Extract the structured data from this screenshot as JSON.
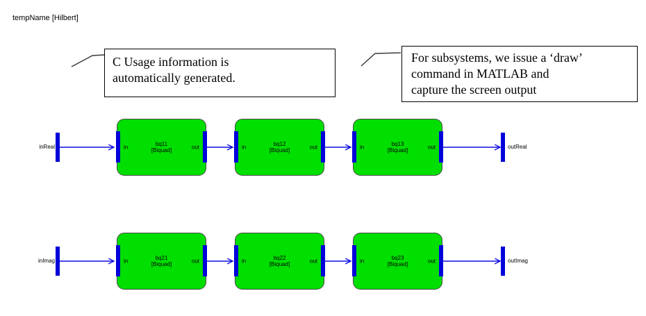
{
  "diagram": {
    "title": "tempName [Hilbert]"
  },
  "annotations": [
    {
      "lines": [
        "C Usage information is",
        "automatically generated."
      ]
    },
    {
      "lines": [
        "For subsystems, we issue a ‘draw’",
        "command in MATLAB and",
        "capture the screen output"
      ]
    }
  ],
  "rows": [
    {
      "input_label": "inReal",
      "output_label": "outReal",
      "blocks": [
        {
          "name": "bq11",
          "type": "[Biquad]",
          "in_label": "in",
          "out_label": "out"
        },
        {
          "name": "bq12",
          "type": "[Biquad]",
          "in_label": "in",
          "out_label": "out"
        },
        {
          "name": "bq13",
          "type": "[Biquad]",
          "in_label": "in",
          "out_label": "out"
        }
      ]
    },
    {
      "input_label": "inImag",
      "output_label": "outImag",
      "blocks": [
        {
          "name": "bq21",
          "type": "[Biquad]",
          "in_label": "in",
          "out_label": "out"
        },
        {
          "name": "bq22",
          "type": "[Biquad]",
          "in_label": "in",
          "out_label": "out"
        },
        {
          "name": "bq23",
          "type": "[Biquad]",
          "in_label": "in",
          "out_label": "out"
        }
      ]
    }
  ],
  "colors": {
    "block_fill": "#00df00",
    "port_blue": "#0000d9",
    "signal_blue": "#0d0de0",
    "block_border": "#4a4a4a"
  }
}
